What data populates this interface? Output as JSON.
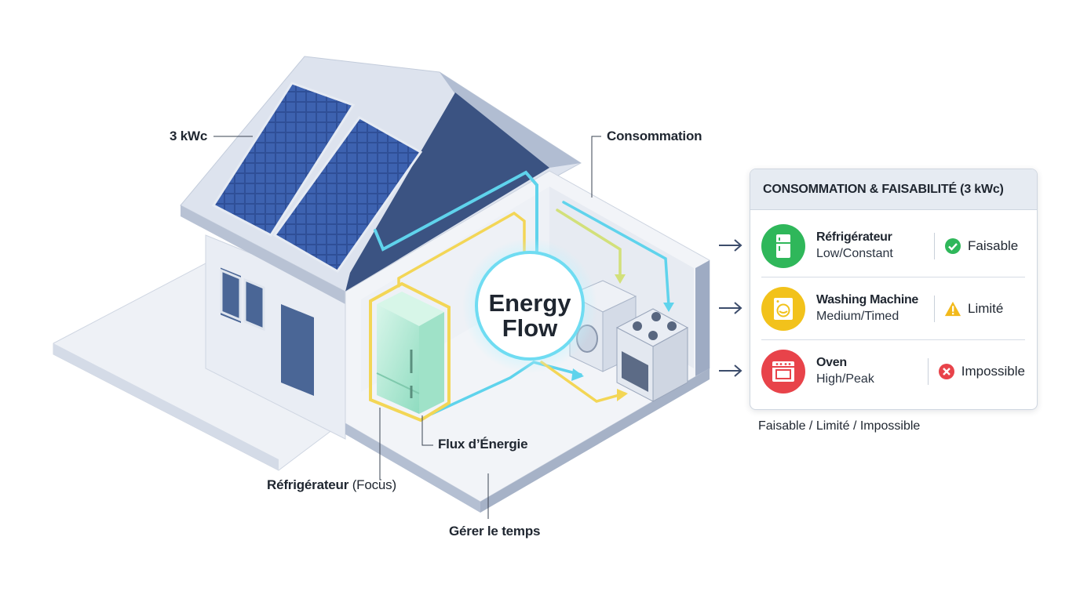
{
  "labels": {
    "solar_capacity": "3 kWc",
    "consumption": "Consommation",
    "energy_flow_line1": "Energy",
    "energy_flow_line2": "Flow",
    "energy_flux": "Flux d’Énergie",
    "fridge_focus_bold": "Réfrigérateur",
    "fridge_focus_normal": "(Focus)",
    "manage_time": "Gérer le temps"
  },
  "panel": {
    "title": "CONSOMMATION & FAISABILITÉ (3 kWc)",
    "rows": [
      {
        "name": "Réfrigérateur",
        "level": "Low/Constant",
        "status": "Faisable",
        "icon": "fridge-icon",
        "color": "#2fb75a",
        "status_icon": "check-circle-icon",
        "status_color": "#2fb75a"
      },
      {
        "name": "Washing Machine",
        "level": "Medium/Timed",
        "status": "Limité",
        "icon": "washing-machine-icon",
        "color": "#f2c21b",
        "status_icon": "warning-icon",
        "status_color": "#f2b91b"
      },
      {
        "name": "Oven",
        "level": "High/Peak",
        "status": "Impossible",
        "icon": "oven-icon",
        "color": "#e8434a",
        "status_icon": "x-circle-icon",
        "status_color": "#e8434a"
      }
    ]
  },
  "legend_note": "Faisable / Limité / Impossible",
  "colors": {
    "flow_cyan": "#5fd3ec",
    "flow_yellow": "#f3d656",
    "roof": "#a9b6cc",
    "wall": "#eef1f6",
    "solar": "#2f4c8f",
    "fridge": "#b7ecd5"
  }
}
